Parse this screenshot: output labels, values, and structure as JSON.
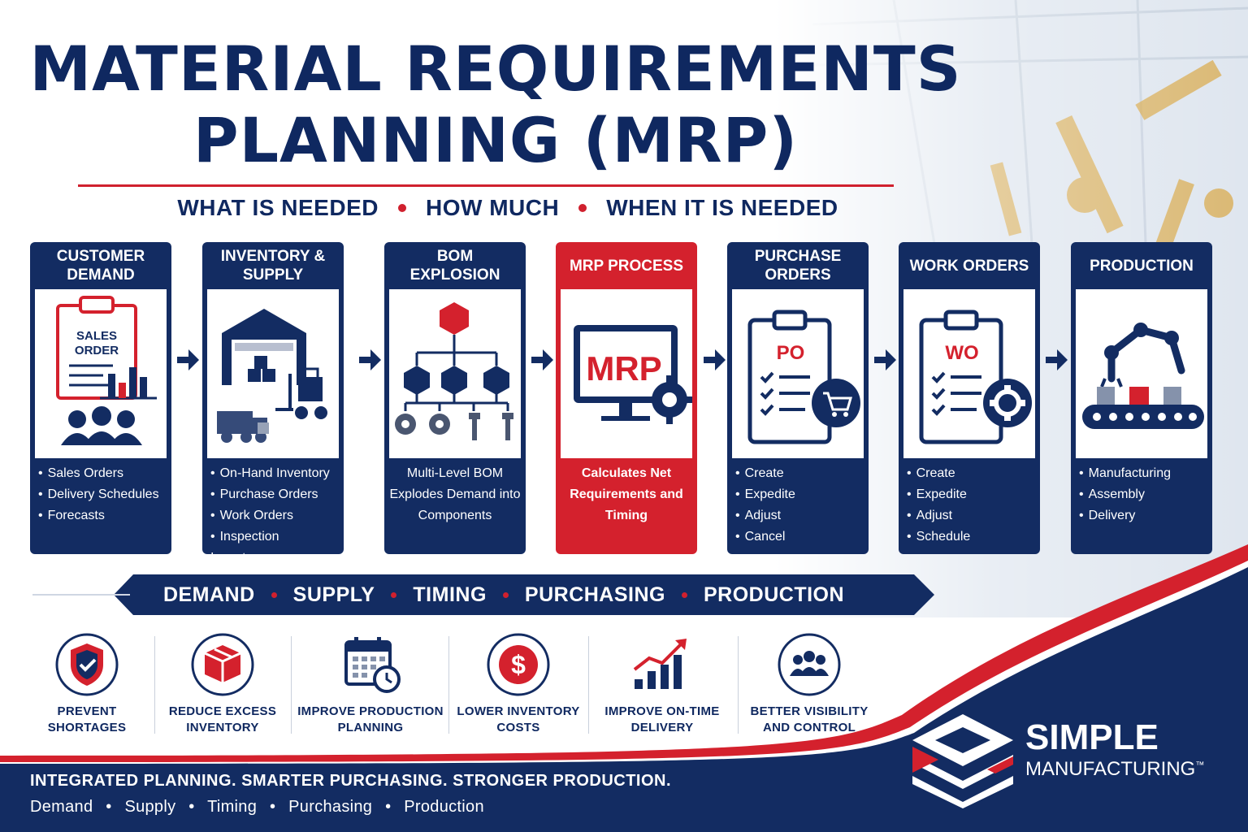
{
  "header": {
    "title_line1": "MATERIAL REQUIREMENTS",
    "title_line2": "PLANNING (MRP)",
    "subtitle": [
      "WHAT IS NEEDED",
      "HOW MUCH",
      "WHEN IT IS NEEDED"
    ]
  },
  "steps": [
    {
      "title": "CUSTOMER DEMAND",
      "icon": "sales-order-clipboard-icon",
      "icon_text": [
        "SALES",
        "ORDER"
      ],
      "items": [
        "Sales Orders",
        "Delivery Schedules",
        "Forecasts"
      ]
    },
    {
      "title": "INVENTORY & SUPPLY",
      "icon": "warehouse-forklift-icon",
      "items": [
        "On-Hand Inventory",
        "Purchase Orders",
        "Work Orders",
        "Inspection Inventory"
      ]
    },
    {
      "title": "BOM EXPLOSION",
      "icon": "bom-tree-icon",
      "description": "Multi-Level BOM Explodes Demand into Components"
    },
    {
      "title": "MRP PROCESS",
      "icon": "mrp-monitor-icon",
      "icon_text": "MRP",
      "description": "Calculates Net Requirements and Timing"
    },
    {
      "title": "PURCHASE ORDERS",
      "icon": "po-clipboard-cart-icon",
      "icon_text": "PO",
      "items": [
        "Create",
        "Expedite",
        "Adjust",
        "Cancel"
      ]
    },
    {
      "title": "WORK ORDERS",
      "icon": "wo-clipboard-gear-icon",
      "icon_text": "WO",
      "items": [
        "Create",
        "Expedite",
        "Adjust",
        "Schedule"
      ]
    },
    {
      "title": "PRODUCTION",
      "icon": "robot-conveyor-icon",
      "items": [
        "Manufacturing",
        "Assembly",
        "Delivery"
      ]
    }
  ],
  "flow_bar": [
    "DEMAND",
    "SUPPLY",
    "TIMING",
    "PURCHASING",
    "PRODUCTION"
  ],
  "benefits": [
    {
      "label": "PREVENT SHORTAGES",
      "icon": "shield-check-icon"
    },
    {
      "label": "REDUCE EXCESS INVENTORY",
      "icon": "box-icon"
    },
    {
      "label": "IMPROVE PRODUCTION PLANNING",
      "icon": "calendar-clock-icon"
    },
    {
      "label": "LOWER INVENTORY COSTS",
      "icon": "dollar-coin-icon"
    },
    {
      "label": "IMPROVE ON-TIME DELIVERY",
      "icon": "growth-chart-icon"
    },
    {
      "label": "BETTER VISIBILITY AND CONTROL",
      "icon": "team-icon"
    }
  ],
  "footer": {
    "tagline": "INTEGRATED PLANNING.  SMARTER PURCHASING.  STRONGER PRODUCTION.",
    "sub": [
      "Demand",
      "Supply",
      "Timing",
      "Purchasing",
      "Production"
    ]
  },
  "brand": {
    "name_line1": "SIMPLE",
    "name_line2": "MANUFACTURING",
    "mark": "™"
  },
  "colors": {
    "navy": "#132c62",
    "red": "#d4212d",
    "white": "#ffffff"
  }
}
